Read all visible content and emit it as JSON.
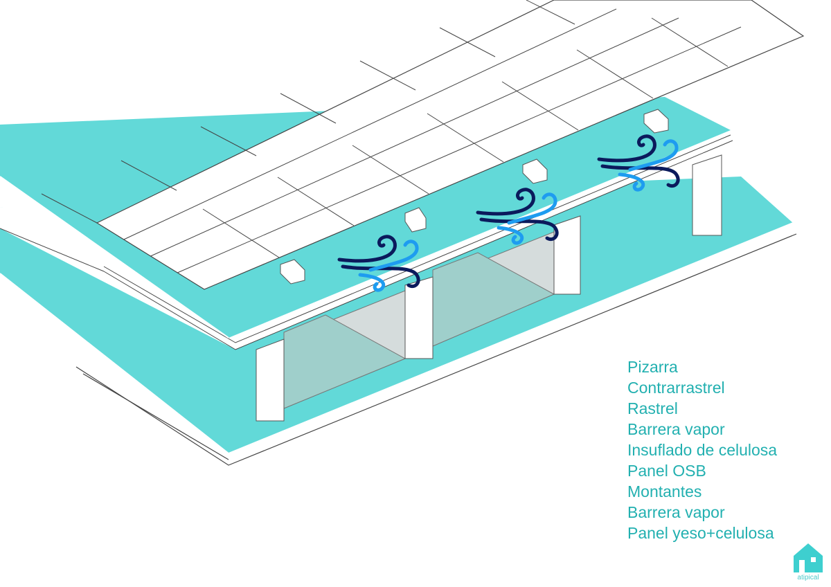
{
  "legend": {
    "items": [
      "Pizarra",
      "Contrarrastrel",
      "Rastrel",
      "Barrera vapor",
      "Insuflado de celulosa",
      "Panel OSB",
      "Montantes",
      "Barrera vapor",
      "Panel yeso+celulosa"
    ]
  },
  "logo": {
    "text": "atipical"
  },
  "colors": {
    "teal": "#62d9d8",
    "text": "#22b0b0",
    "wind_dark": "#0b1a5c",
    "wind_light": "#1e9cf0",
    "insulation": "#9fcfcb"
  }
}
